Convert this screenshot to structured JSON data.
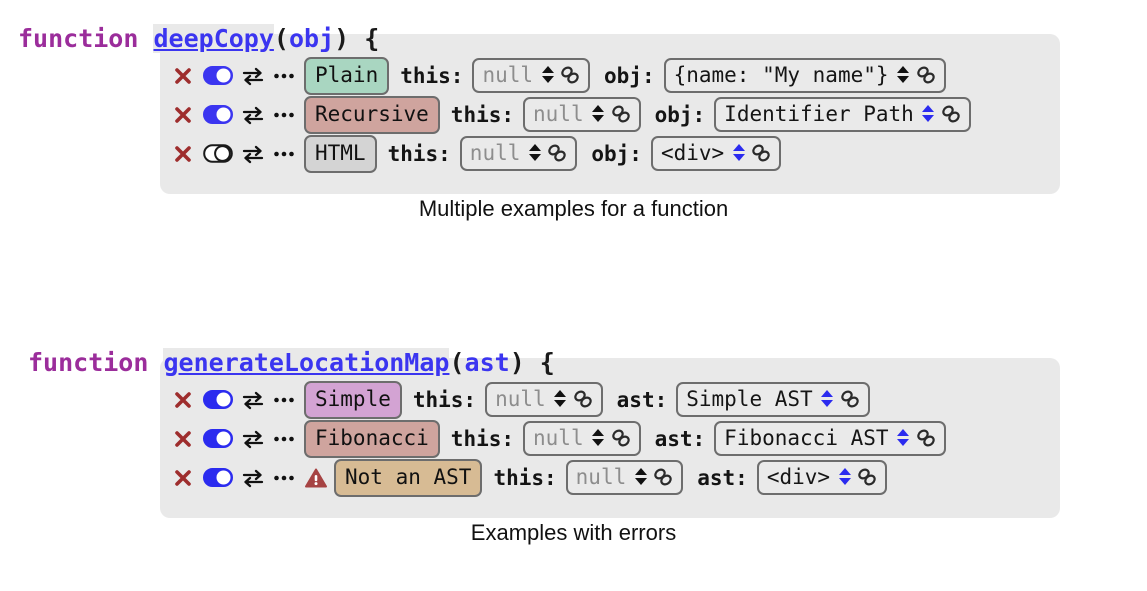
{
  "page": {
    "background": "#ffffff",
    "panel_color": "#e9e9e9"
  },
  "blocks": [
    {
      "id": "deep-copy",
      "caption": "Multiple examples for a function",
      "signature": {
        "keyword": "function",
        "space": " ",
        "name": "deepCopy",
        "open_paren": "(",
        "param": "obj",
        "close_paren": ")",
        "brace": " {"
      },
      "arg_label": "this:",
      "arg2_label": "obj:",
      "rows": [
        {
          "close_label": "✕",
          "toggle_state": "on",
          "swap_label": "⇄",
          "more_label": "⋯",
          "has_warning": false,
          "chip": {
            "label": "Plain",
            "color": "#a9d6c1"
          },
          "this_value": "null",
          "this_is_placeholder": true,
          "this_stepper_color": "black",
          "arg_value": "{name: \"My name\"}",
          "arg_is_placeholder": false,
          "arg_stepper_color": "black"
        },
        {
          "close_label": "✕",
          "toggle_state": "on",
          "swap_label": "⇄",
          "more_label": "⋯",
          "has_warning": false,
          "chip": {
            "label": "Recursive",
            "color": "#cfa49e"
          },
          "this_value": "null",
          "this_is_placeholder": true,
          "this_stepper_color": "black",
          "arg_value": "Identifier Path",
          "arg_is_placeholder": false,
          "arg_stepper_color": "blue"
        },
        {
          "close_label": "✕",
          "toggle_state": "off",
          "swap_label": "⇄",
          "more_label": "⋯",
          "has_warning": false,
          "chip": {
            "label": "HTML",
            "color": "#d4d4d4"
          },
          "this_value": "null",
          "this_is_placeholder": true,
          "this_stepper_color": "black",
          "arg_value": "<div>",
          "arg_is_placeholder": false,
          "arg_stepper_color": "blue"
        }
      ]
    },
    {
      "id": "generate-location-map",
      "caption": "Examples with errors",
      "signature": {
        "keyword": "function",
        "space": " ",
        "name": "generateLocationMap",
        "open_paren": "(",
        "param": "ast",
        "close_paren": ")",
        "brace": " {"
      },
      "arg_label": "this:",
      "arg2_label": "ast:",
      "rows": [
        {
          "close_label": "✕",
          "toggle_state": "on",
          "swap_label": "⇄",
          "more_label": "⋯",
          "has_warning": false,
          "chip": {
            "label": "Simple",
            "color": "#d3a3d3"
          },
          "this_value": "null",
          "this_is_placeholder": true,
          "this_stepper_color": "black",
          "arg_value": "Simple AST",
          "arg_is_placeholder": false,
          "arg_stepper_color": "blue"
        },
        {
          "close_label": "✕",
          "toggle_state": "on",
          "swap_label": "⇄",
          "more_label": "⋯",
          "has_warning": false,
          "chip": {
            "label": "Fibonacci",
            "color": "#cfa49e"
          },
          "this_value": "null",
          "this_is_placeholder": true,
          "this_stepper_color": "black",
          "arg_value": "Fibonacci AST",
          "arg_is_placeholder": false,
          "arg_stepper_color": "blue"
        },
        {
          "close_label": "✕",
          "toggle_state": "on",
          "swap_label": "⇄",
          "more_label": "⋯",
          "has_warning": true,
          "chip": {
            "label": "Not an AST",
            "color": "#d7bb94"
          },
          "this_value": "null",
          "this_is_placeholder": true,
          "this_stepper_color": "black",
          "arg_value": "<div>",
          "arg_is_placeholder": false,
          "arg_stepper_color": "blue"
        }
      ]
    }
  ],
  "colors": {
    "keyword": "#9b2d9b",
    "identifier": "#3b35f0",
    "close_x": "#9e2d2d",
    "toggle_on": "#3b35f0",
    "warning": "#a64343",
    "stepper_blue": "#2b2bef",
    "placeholder_text": "#8d8d8d"
  },
  "icons": {
    "close": "close-x-icon",
    "toggle": "toggle-switch-icon",
    "swap": "swap-arrows-icon",
    "more": "ellipsis-icon",
    "warning": "warning-triangle-icon",
    "link": "chain-link-icon",
    "stepper": "stepper-arrows-icon"
  }
}
